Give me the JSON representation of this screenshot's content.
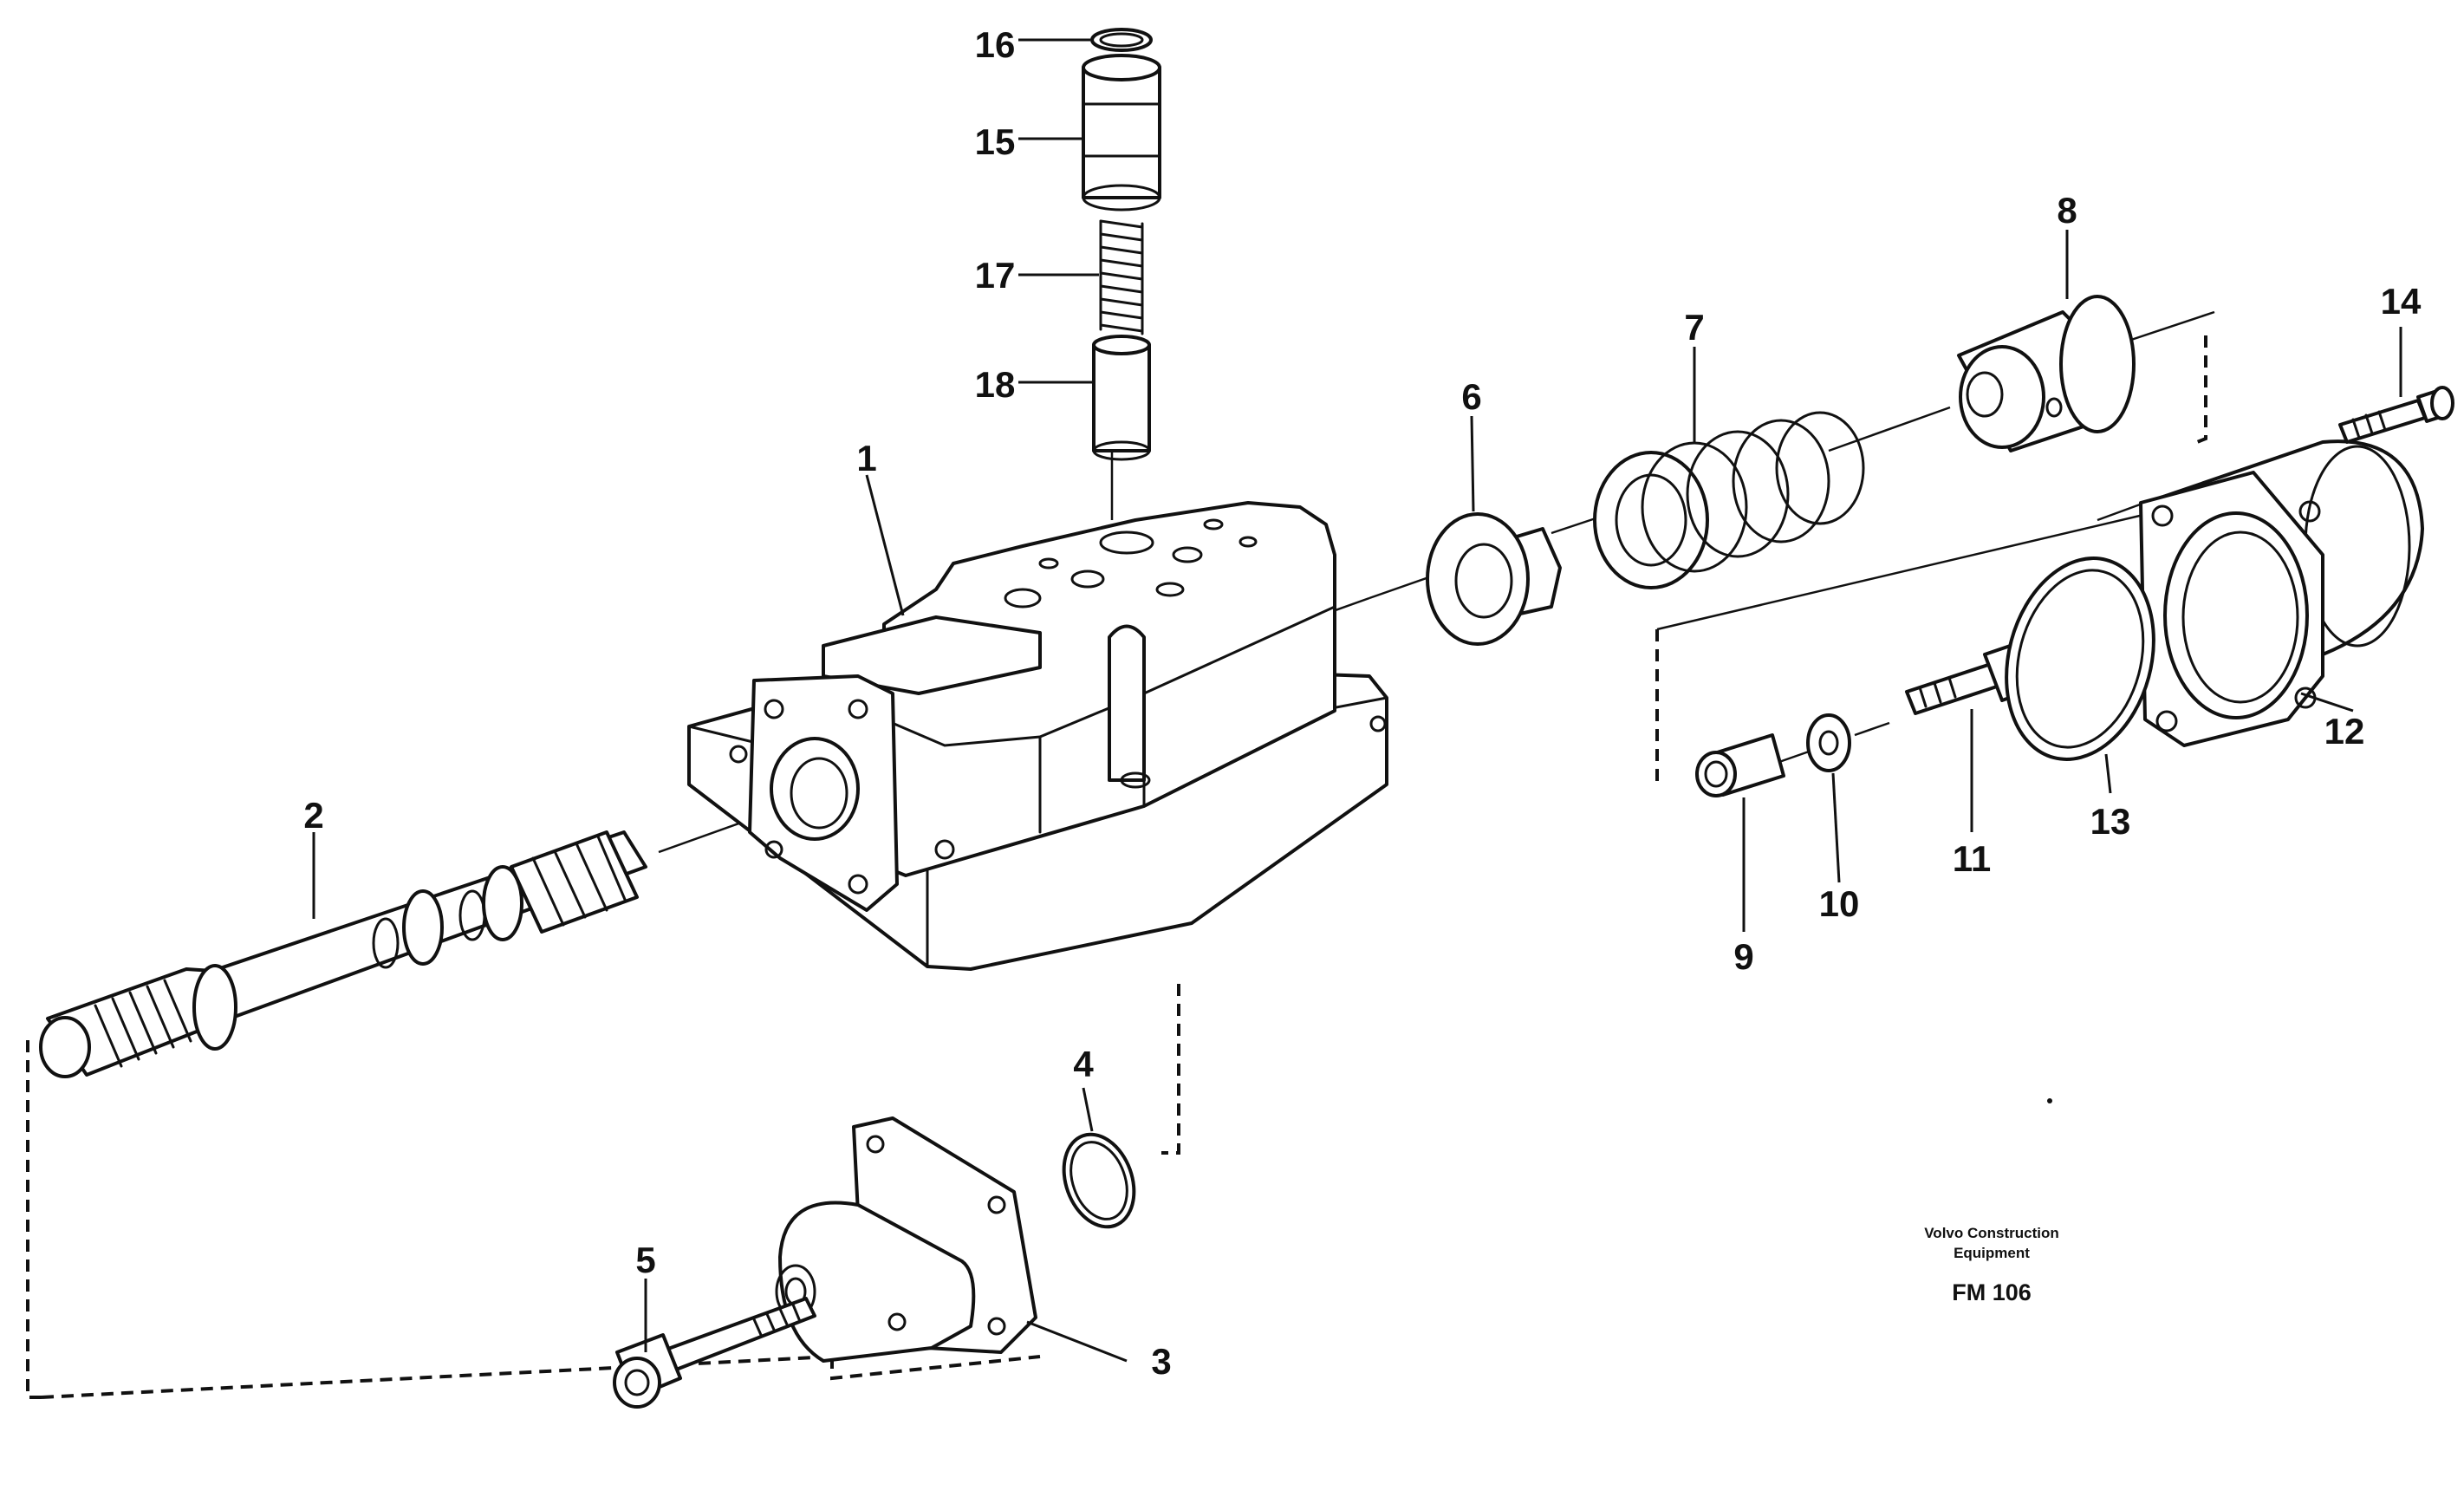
{
  "callouts": [
    "1",
    "2",
    "3",
    "4",
    "5",
    "6",
    "7",
    "8",
    "9",
    "10",
    "11",
    "12",
    "13",
    "14",
    "15",
    "16",
    "17",
    "18"
  ],
  "credit": {
    "line1": "Volvo Construction",
    "line2": "Equipment",
    "code": "FM 106"
  }
}
